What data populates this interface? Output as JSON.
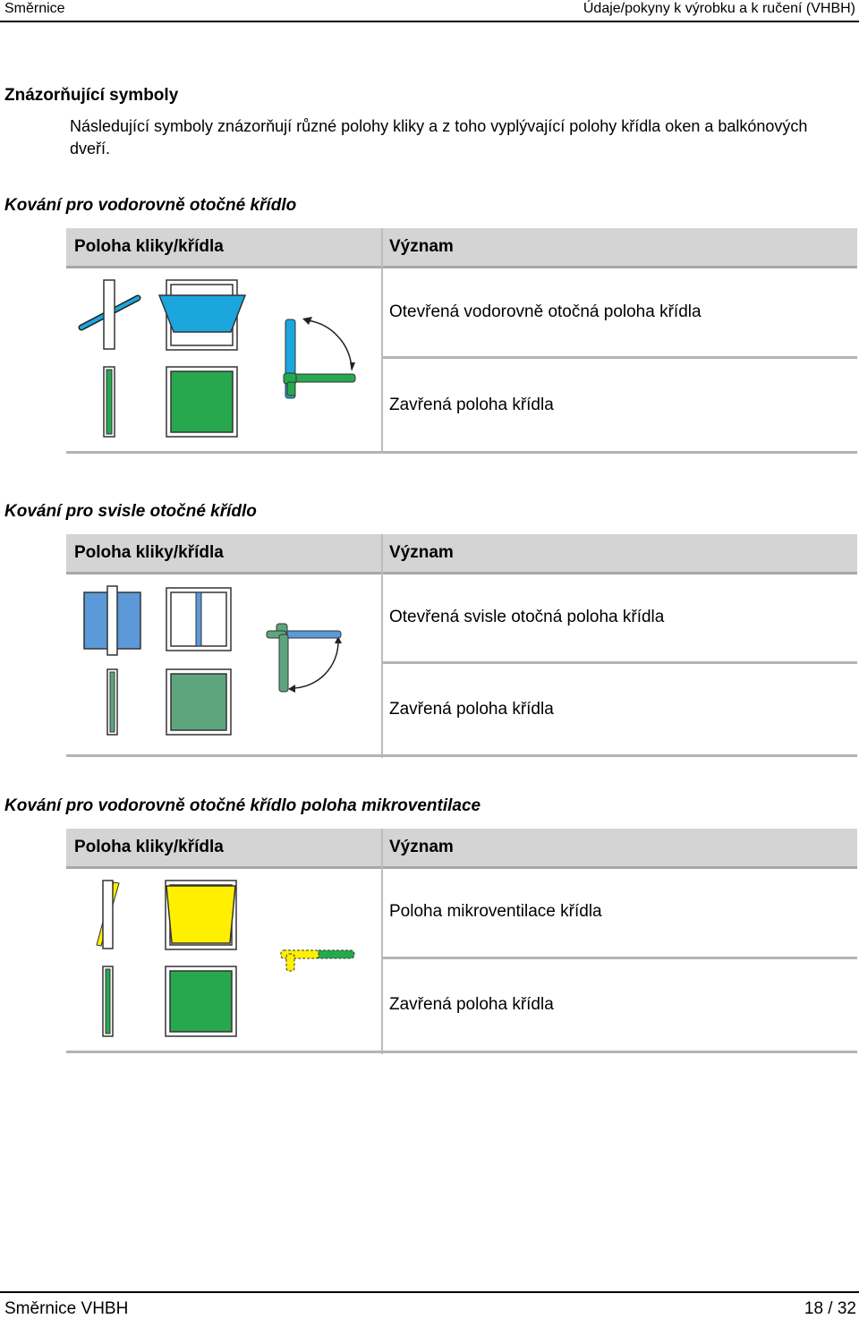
{
  "header": {
    "left": "Směrnice",
    "right": "Údaje/pokyny k výrobku a k ručení (VHBH)"
  },
  "section_heading": "Znázorňující symboly",
  "intro": "Následující symboly znázorňují různé polohy kliky a z toho vyplývající polohy křídla oken a balkónových dveří.",
  "tables": [
    {
      "title": "Kování pro vodorovně otočné křídlo",
      "col_left": "Poloha kliky/křídla",
      "col_right": "Význam",
      "rows": [
        "Otevřená vodorovně otočná poloha křídla",
        "Zavřená poloha křídla"
      ]
    },
    {
      "title": "Kování pro svisle otočné křídlo",
      "col_left": "Poloha kliky/křídla",
      "col_right": "Význam",
      "rows": [
        "Otevřená svisle otočná poloha křídla",
        "Zavřená poloha křídla"
      ]
    },
    {
      "title": "Kování pro vodorovně otočné křídlo poloha mikroventilace",
      "col_left": "Poloha kliky/křídla",
      "col_right": "Význam",
      "rows": [
        "Poloha mikroventilace křídla",
        "Zavřená poloha křídla"
      ]
    }
  ],
  "colors": {
    "blue": "#1ba6de",
    "light_blue": "#5b99d9",
    "green": "#27a84f",
    "sage_green": "#5ea57d",
    "yellow": "#fff000"
  },
  "footer": {
    "left": "Směrnice VHBH",
    "right": "18 / 32"
  }
}
